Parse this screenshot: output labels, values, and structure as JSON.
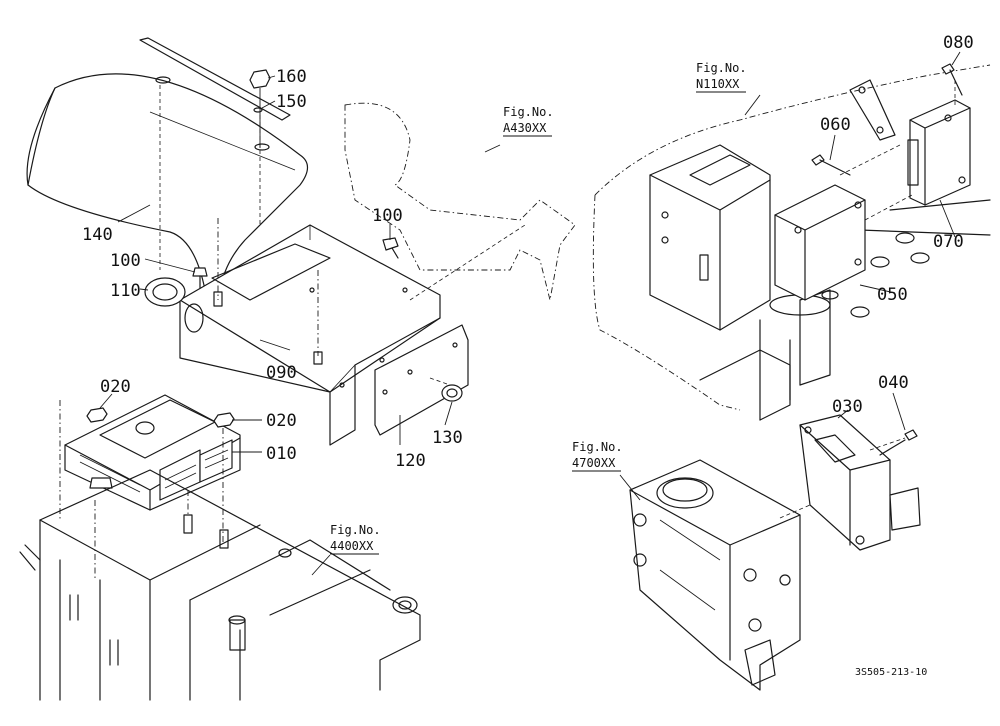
{
  "callouts": {
    "p010": "010",
    "p020a": "020",
    "p020b": "020",
    "p030": "030",
    "p040": "040",
    "p050": "050",
    "p060": "060",
    "p070": "070",
    "p080": "080",
    "p090": "090",
    "p100a": "100",
    "p100b": "100",
    "p110": "110",
    "p120": "120",
    "p130": "130",
    "p140": "140",
    "p150": "150",
    "p160": "160"
  },
  "fig_refs": {
    "a430": {
      "label": "Fig.No.",
      "code": "A430XX"
    },
    "n110": {
      "label": "Fig.No.",
      "code": "N110XX"
    },
    "f4700": {
      "label": "Fig.No.",
      "code": "4700XX"
    },
    "f4400": {
      "label": "Fig.No.",
      "code": "4400XX"
    }
  },
  "drawing_number": "3S505-213-10"
}
